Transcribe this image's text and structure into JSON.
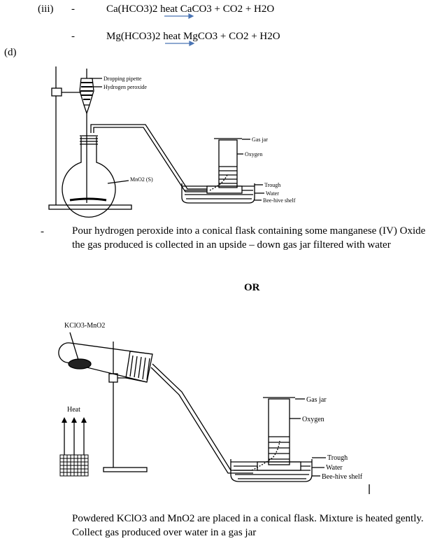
{
  "part_iii": {
    "label": "(iii)",
    "dash1": "-",
    "eq1": "Ca(HCO3)2  heat  CaCO3 + CO2 + H2O",
    "dash2": "-",
    "eq2": "Mg(HCO3)2  heat  MgCO3 + CO2 + H2O",
    "arrow_color": "#4a74b4"
  },
  "part_d": {
    "label": "(d)",
    "diagram1": {
      "dropping_pipette": "Dropping pipette",
      "hydrogen_peroxide": "Hydrogen peroxide",
      "mno2": "MnO2 (S)",
      "gas_jar": "Gas jar",
      "oxygen": "Oxygen",
      "trough": "Trough",
      "water": "Water",
      "shelf": "Bee-hive shelf"
    },
    "dash": "-",
    "para1": "Pour hydrogen peroxide into a conical flask containing some manganese  (IV) Oxide the gas produced is collected in an upside – down gas jar filtered with water",
    "or": "OR",
    "diagram2": {
      "reagent": "KClO3-MnO2",
      "heat": "Heat",
      "gas_jar": "Gas jar",
      "oxygen": "Oxygen",
      "trough": "Trough",
      "water": "Water",
      "shelf": "Bee-hive shelf"
    },
    "para2": "Powdered KClO3 and MnO2 are placed in a conical flask. Mixture is heated gently. Collect gas produced over water in a gas jar"
  }
}
